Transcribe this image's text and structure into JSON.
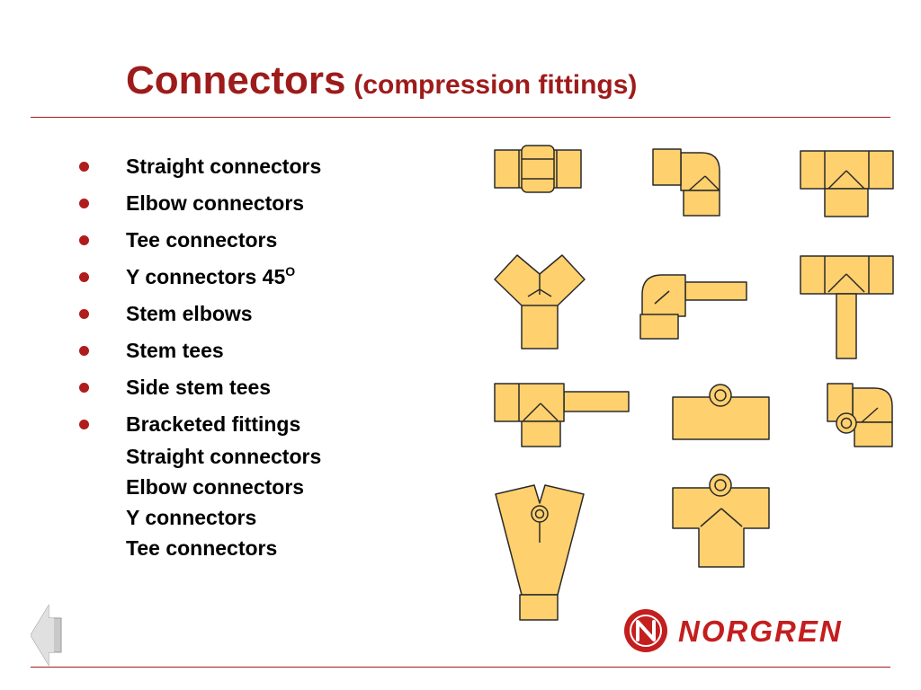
{
  "slide": {
    "title": "Connectors",
    "subtitle": "(compression fittings)"
  },
  "bullets": [
    {
      "text": "Straight connectors"
    },
    {
      "text": "Elbow connectors"
    },
    {
      "text": "Tee connectors"
    },
    {
      "text": "Y connectors 45",
      "superscript": "O"
    },
    {
      "text": "Stem elbows"
    },
    {
      "text": "Stem tees"
    },
    {
      "text": "Side stem tees"
    },
    {
      "text": "Bracketed fittings"
    }
  ],
  "bracketed_subitems": [
    "Straight connectors",
    "Elbow connectors",
    "Y connectors",
    "Tee connectors"
  ],
  "logo": {
    "text": "NORGREN"
  },
  "icons": {
    "back": "back-arrow-icon",
    "logo_mark": "norgren-emblem-icon"
  },
  "colors": {
    "title": "#9e1b1b",
    "bullet": "#b01c1c",
    "fitting_fill": "#ffd06e",
    "logo": "#c41e1e",
    "nav_arrow": "#c9c9c9"
  }
}
